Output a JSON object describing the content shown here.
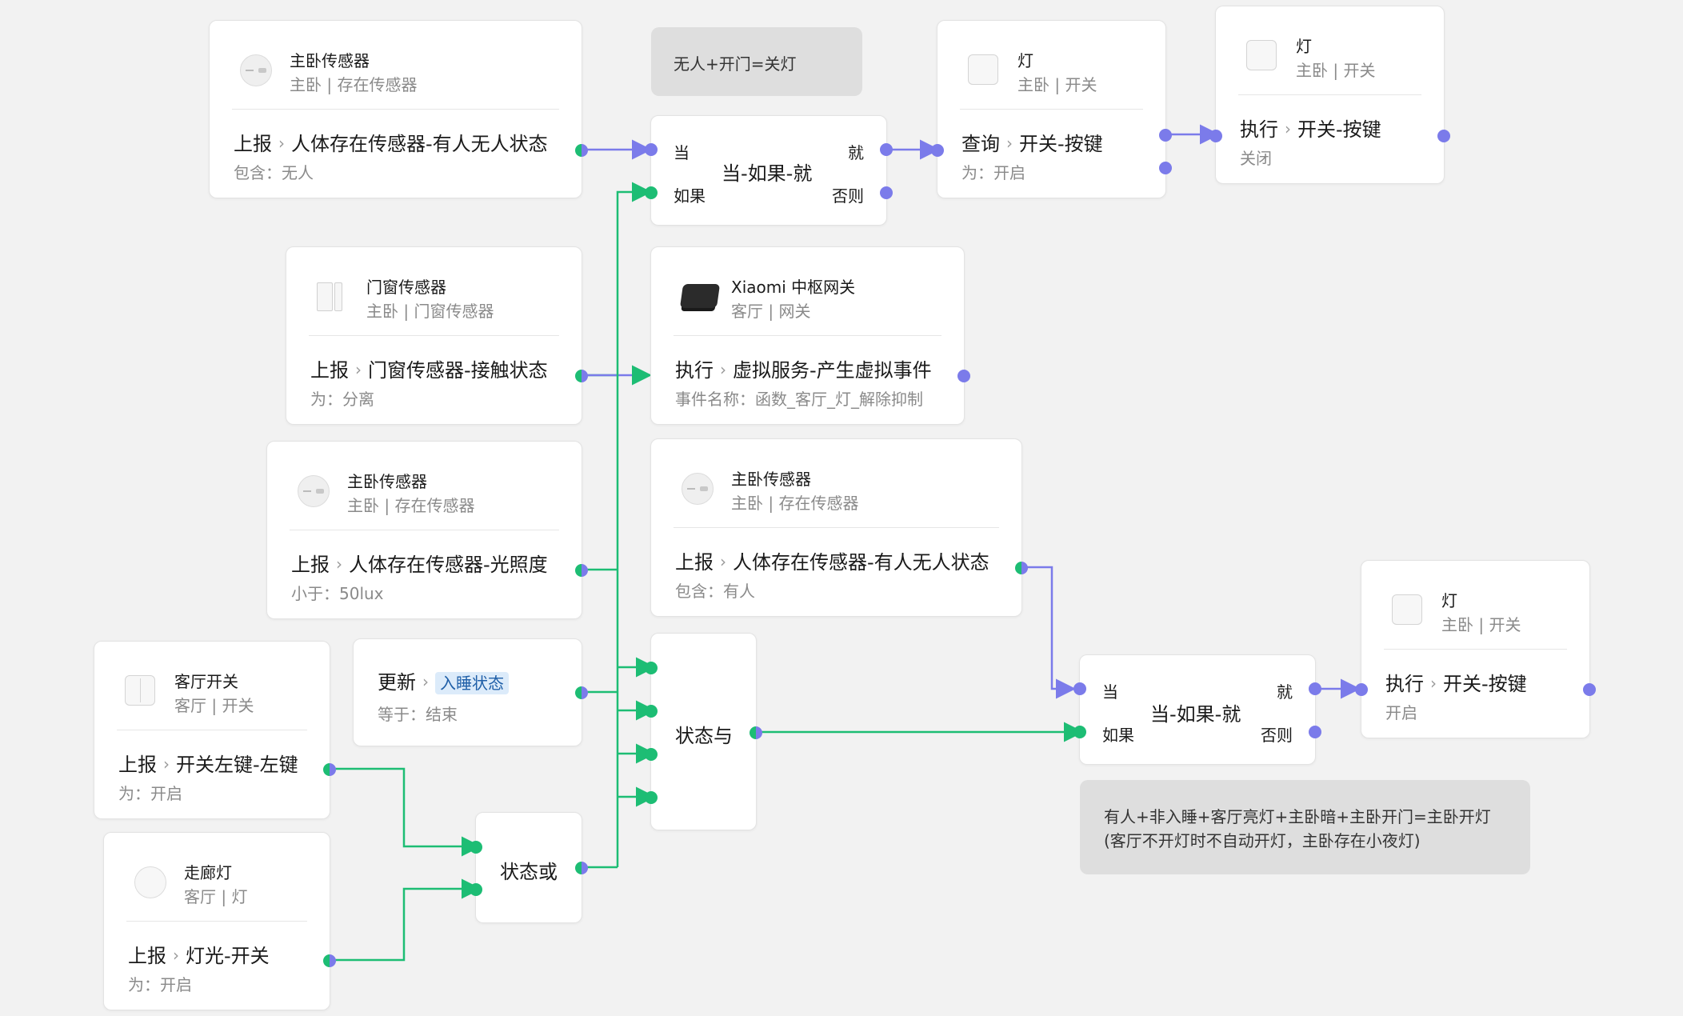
{
  "colors": {
    "trigger_wire": "#1dbd74",
    "action_wire": "#7b7bea",
    "card_bg": "#ffffff",
    "note_bg": "#dedede"
  },
  "icons": [
    "presence-sensor-icon",
    "door-sensor-icon",
    "switch-icon",
    "hub-icon",
    "bulb-icon"
  ],
  "cards": {
    "sensor1": {
      "name": "主卧传感器",
      "sub": "主卧 | 存在传感器",
      "verb": "上报",
      "action": "人体存在传感器-有人无人状态",
      "detail": "包含：无人"
    },
    "door": {
      "name": "门窗传感器",
      "sub": "主卧 | 门窗传感器",
      "verb": "上报",
      "action": "门窗传感器-接触状态",
      "detail": "为：分离"
    },
    "sensor2": {
      "name": "主卧传感器",
      "sub": "主卧 | 存在传感器",
      "verb": "上报",
      "action": "人体存在传感器-光照度",
      "detail": "小于：50lux"
    },
    "switch_lr": {
      "name": "客厅开关",
      "sub": "客厅 | 开关",
      "verb": "上报",
      "action": "开关左键-左键",
      "detail": "为：开启"
    },
    "hall_light": {
      "name": "走廊灯",
      "sub": "客厅 | 灯",
      "verb": "上报",
      "action": "灯光-开关",
      "detail": "为：开启"
    },
    "sleep": {
      "verb": "更新",
      "tag": "入睡状态",
      "detail": "等于：结束"
    },
    "gateway": {
      "name": "Xiaomi 中枢网关",
      "sub": "客厅 | 网关",
      "verb": "执行",
      "action": "虚拟服务-产生虚拟事件",
      "detail": "事件名称：函数_客厅_灯_解除抑制"
    },
    "sensor3": {
      "name": "主卧传感器",
      "sub": "主卧 | 存在传感器",
      "verb": "上报",
      "action": "人体存在传感器-有人无人状态",
      "detail": "包含：有人"
    },
    "lamp_query": {
      "name": "灯",
      "sub": "主卧 | 开关",
      "verb": "查询",
      "action": "开关-按键",
      "detail": "为：开启"
    },
    "lamp_off": {
      "name": "灯",
      "sub": "主卧 | 开关",
      "verb": "执行",
      "action": "开关-按键",
      "detail": "关闭"
    },
    "lamp_on": {
      "name": "灯",
      "sub": "主卧 | 开关",
      "verb": "执行",
      "action": "开关-按键",
      "detail": "开启"
    }
  },
  "logic": {
    "when1": {
      "title": "当-如果-就",
      "when": "当",
      "if": "如果",
      "then": "就",
      "else": "否则"
    },
    "when2": {
      "title": "当-如果-就",
      "when": "当",
      "if": "如果",
      "then": "就",
      "else": "否则"
    },
    "and": {
      "title": "状态与"
    },
    "or": {
      "title": "状态或"
    }
  },
  "notes": {
    "note1": "无人+开门=关灯",
    "note2_line1": "有人+非入睡+客厅亮灯+主卧暗+主卧开门=主卧开灯",
    "note2_line2": "(客厅不开灯时不自动开灯，主卧存在小夜灯)"
  }
}
